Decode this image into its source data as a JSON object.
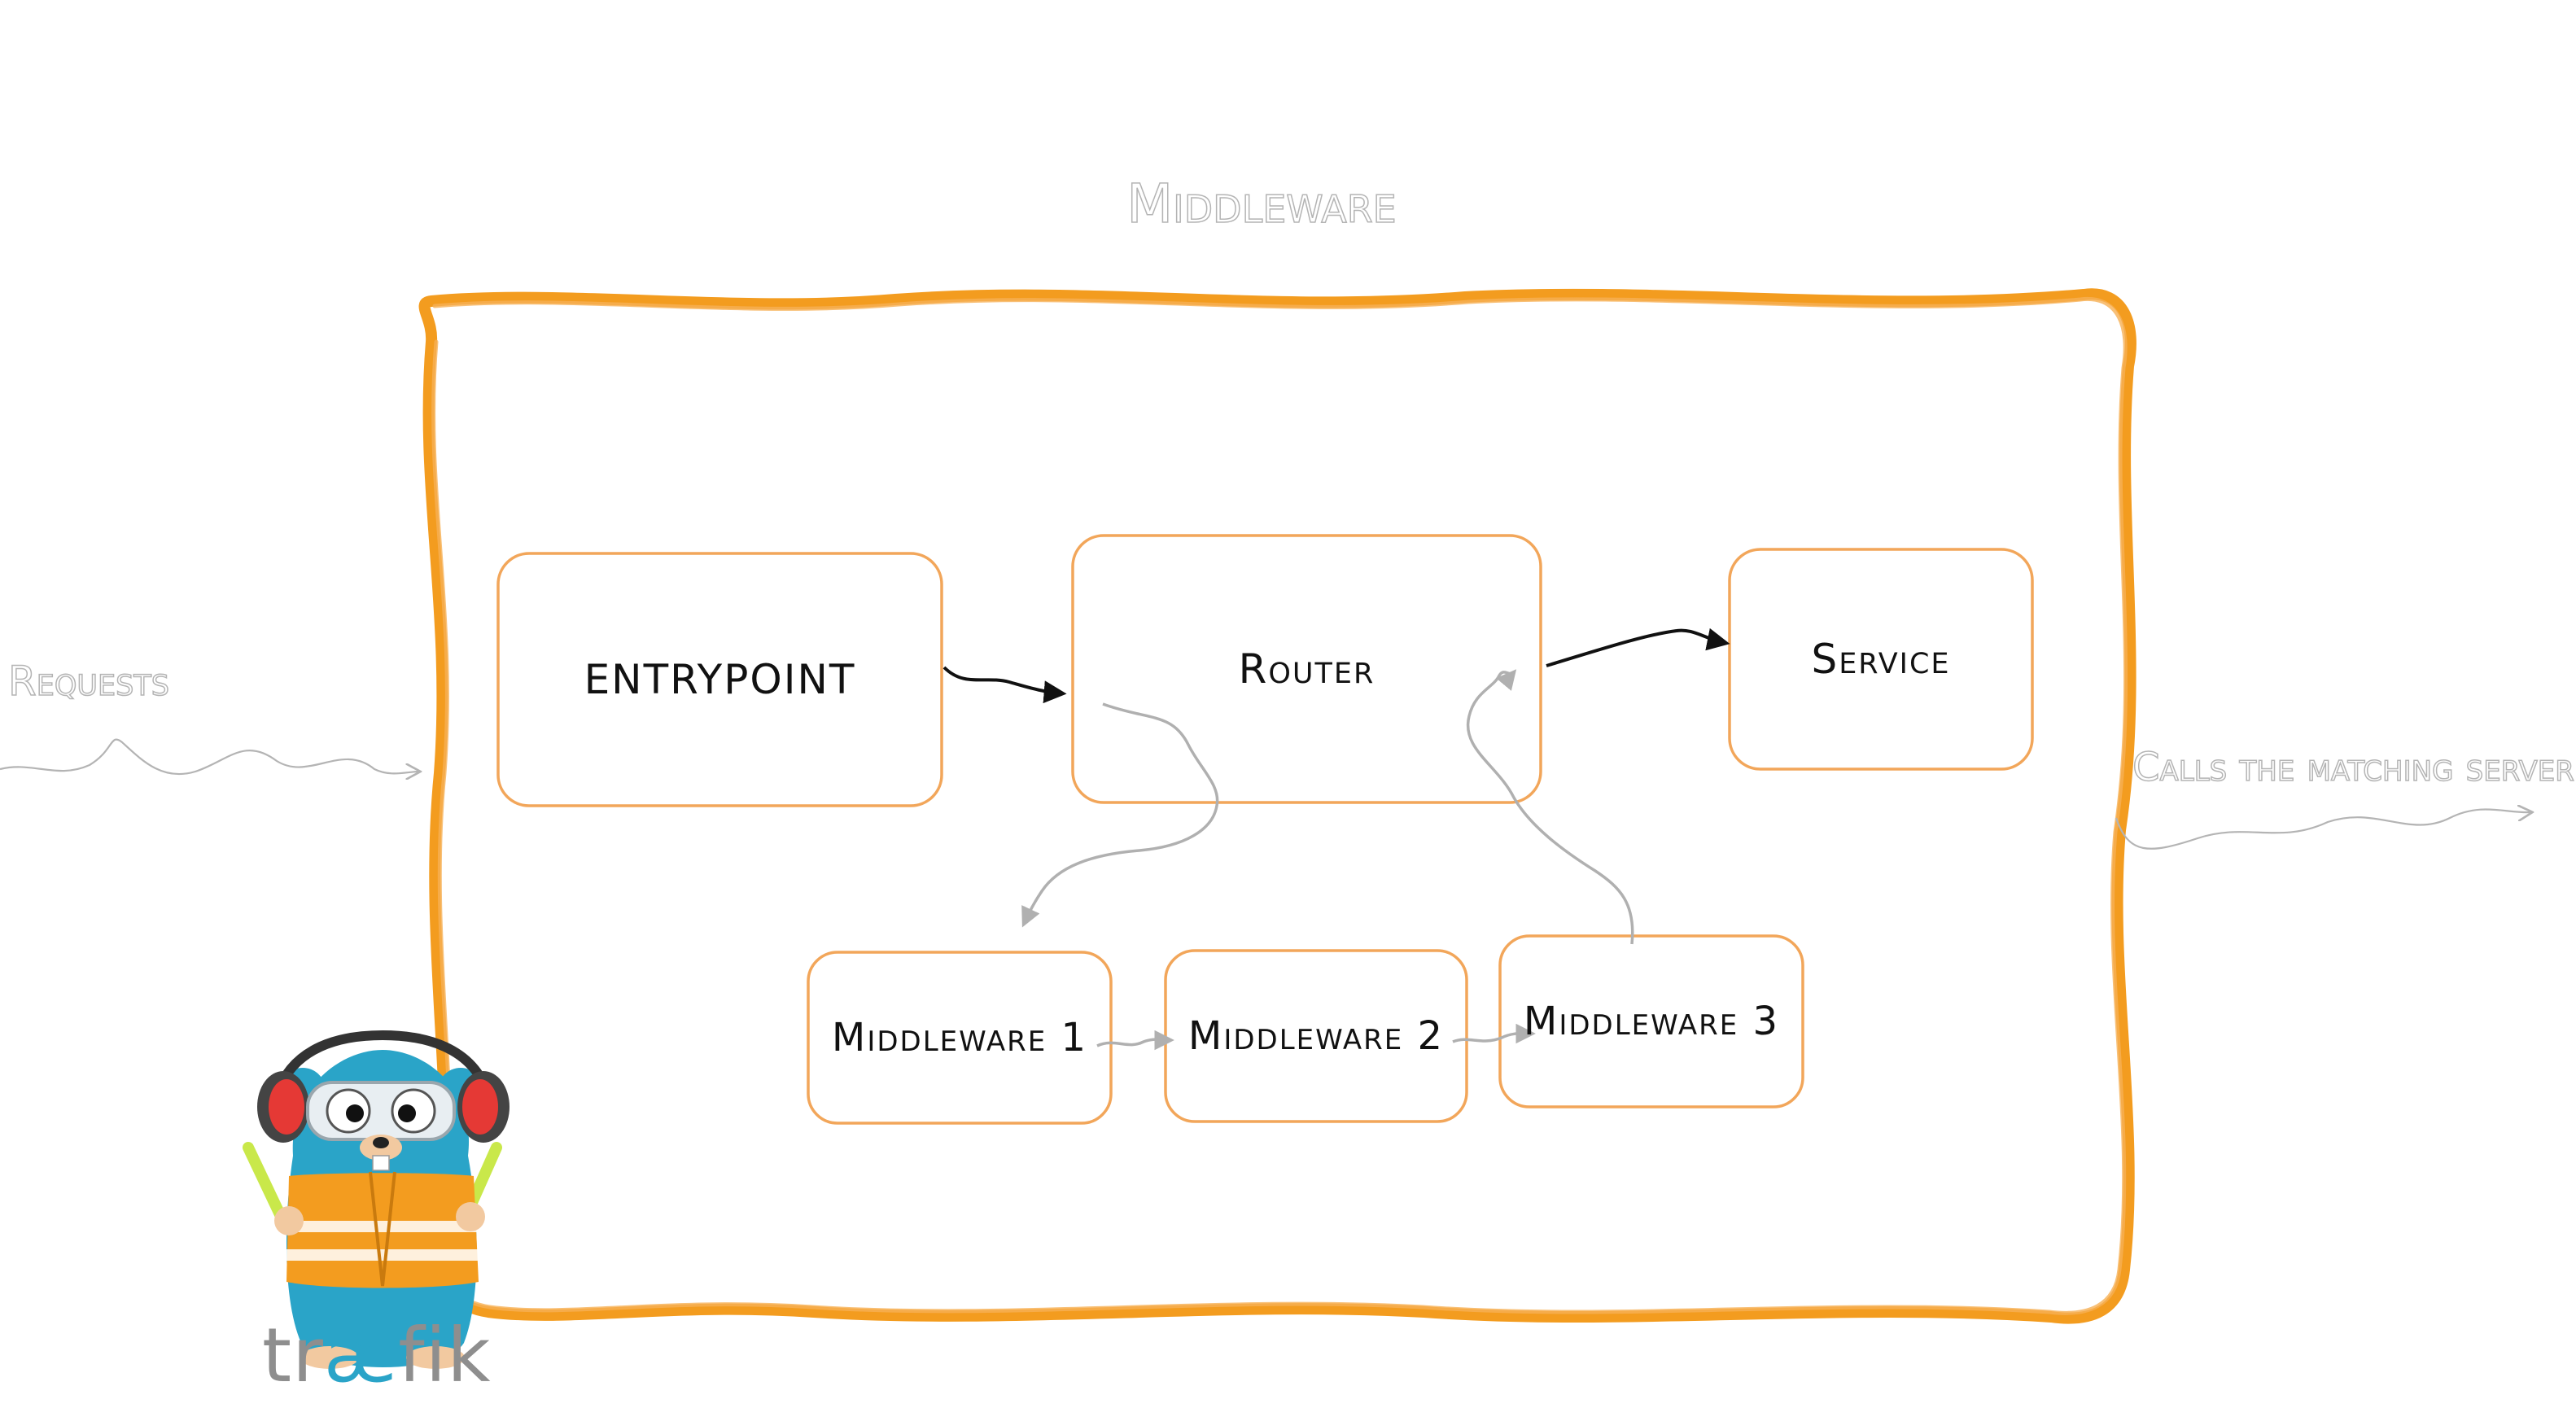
{
  "diagram": {
    "title": "Middleware",
    "nodes": {
      "entrypoint": "ENTRYPOINT",
      "router": "Router",
      "service": "Service",
      "middleware_1": "Middleware 1",
      "middleware_2": "Middleware 2",
      "middleware_3": "Middleware 3"
    },
    "edges": {
      "requests": "Requests",
      "calls_server": "Calls the matching server"
    }
  },
  "logo": {
    "word_start": "tr",
    "word_ae": "æ",
    "word_end": "fik"
  },
  "colors": {
    "frame_orange": "#F39C1F",
    "box_border": "#F2A65A",
    "arrow_dark": "#111111",
    "arrow_gray": "#B0B0B0",
    "gopher_blue": "#2AA4C8",
    "vest_orange": "#F39C1F"
  }
}
